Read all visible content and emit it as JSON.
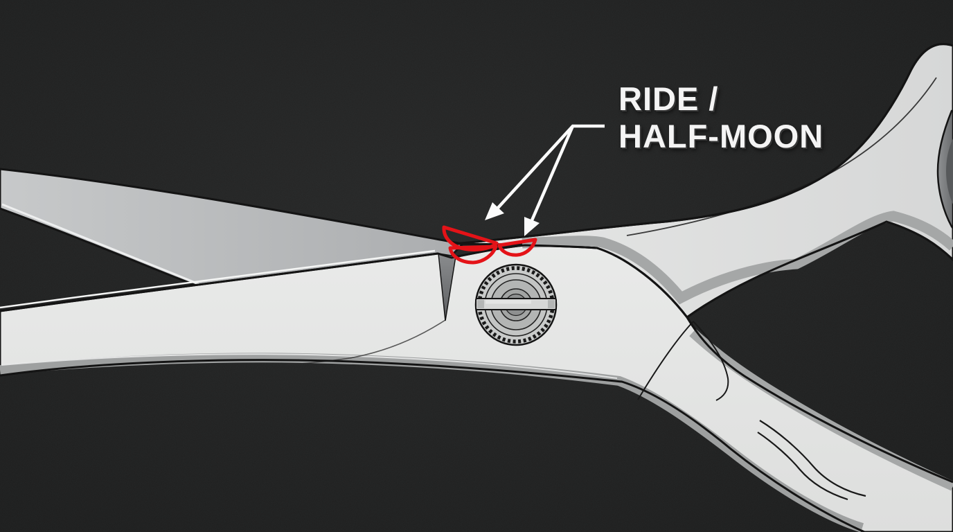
{
  "figure": {
    "type": "annotated-diagram",
    "subject": "scissors pivot area showing ride / half-moon contact points",
    "label": {
      "line1": "RIDE /",
      "line2": "HALF-MOON"
    },
    "annotations": {
      "arrow_count": 2,
      "ride_mark_count": 3
    }
  },
  "colors": {
    "background": "#212222",
    "metal_light": "#e7e8e7",
    "metal_mid": "#b8babb",
    "bevel_band": "#a5a7a7",
    "outline": "#141414",
    "ride_mark": "#e41318",
    "arrow": "#fbfbfb",
    "label_text": "#f4f4f4"
  }
}
